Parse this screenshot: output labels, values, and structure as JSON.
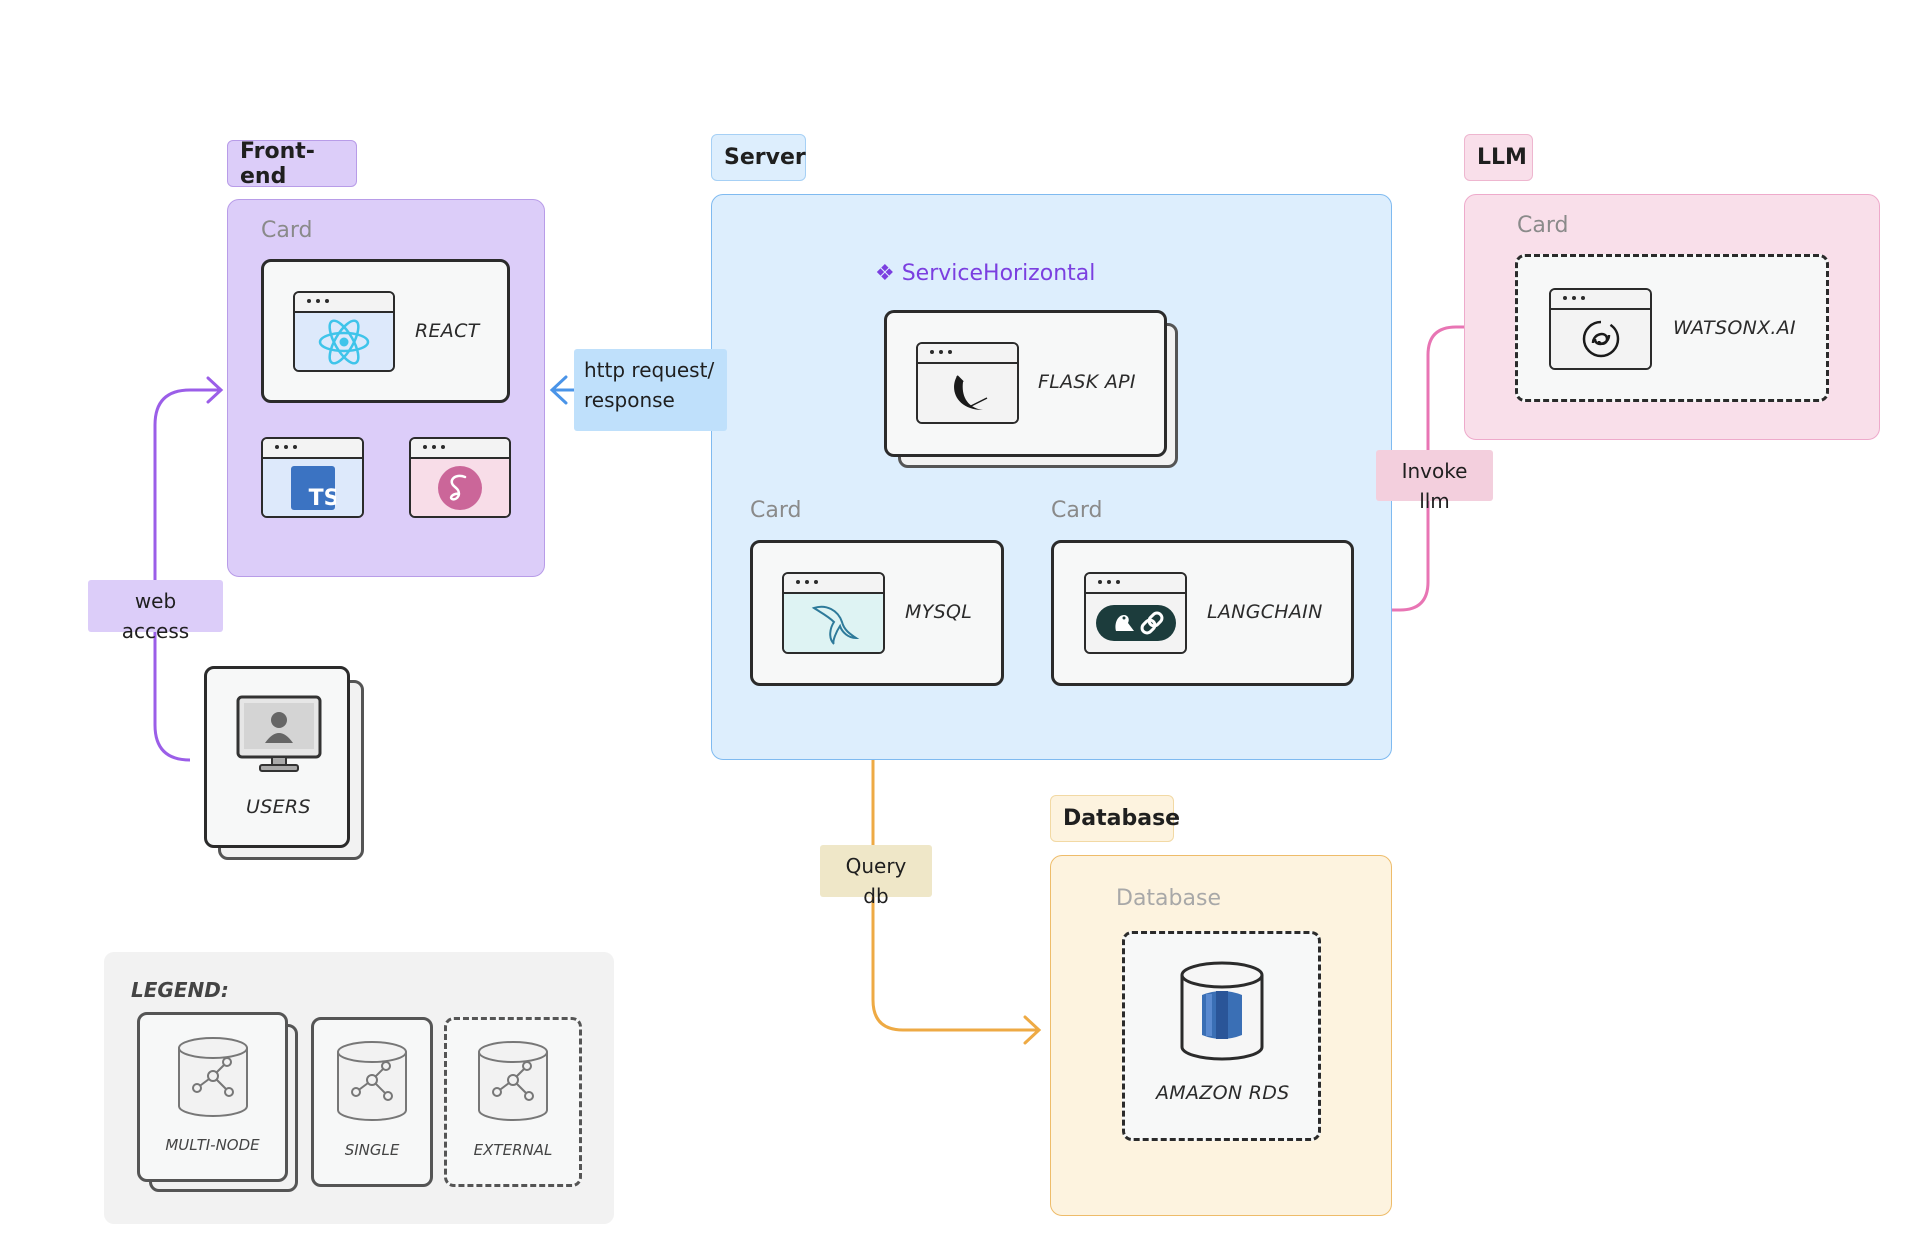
{
  "frontend": {
    "tag": "Front-end",
    "card_label": "Card",
    "react_label": "REACT"
  },
  "server": {
    "tag": "Server",
    "service_label": "❖ ServiceHorizontal",
    "flask_label": "FLASK API",
    "card_label_1": "Card",
    "card_label_2": "Card",
    "mysql_label": "MYSQL",
    "langchain_label": "LANGCHAIN"
  },
  "llm": {
    "tag": "LLM",
    "card_label": "Card",
    "watsonx_label": "WATSONX.AI"
  },
  "database": {
    "tag": "Database",
    "group_label": "Database",
    "rds_label": "AMAZON RDS"
  },
  "users": {
    "label": "USERS"
  },
  "edges": {
    "http": "http request/\nresponse",
    "web_access": "web access",
    "invoke_llm": "Invoke llm",
    "query_db": "Query db"
  },
  "legend": {
    "title": "LEGEND:",
    "multi_node": "MULTI-NODE",
    "single": "SINGLE",
    "external": "EXTERNAL"
  },
  "colors": {
    "frontend": "#dccdf9",
    "server": "#ddeefd",
    "llm": "#f9dfea",
    "database": "#fdf3df",
    "purple_edge": "#9b5ee8",
    "blue_edge": "#4a94e8",
    "pink_edge": "#e875b4",
    "orange_edge": "#eeaa44"
  }
}
